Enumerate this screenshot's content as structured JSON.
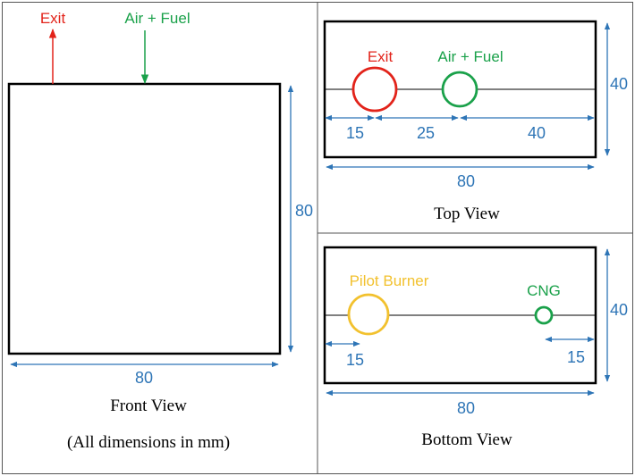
{
  "colors": {
    "exit": "#e2231a",
    "air_fuel": "#1aa14a",
    "dimension": "#2e75b6",
    "pilot": "#f2c12e",
    "cng": "#1aa14a",
    "outline": "#000000"
  },
  "front_view": {
    "exit_label": "Exit",
    "air_fuel_label": "Air + Fuel",
    "height_dim": "80",
    "width_dim": "80",
    "caption": "Front View",
    "note": "(All dimensions in mm)"
  },
  "top_view": {
    "exit_label": "Exit",
    "air_fuel_label": "Air + Fuel",
    "dim_left": "15",
    "dim_middle": "25",
    "dim_right": "40",
    "height_dim": "40",
    "width_dim": "80",
    "caption": "Top View"
  },
  "bottom_view": {
    "pilot_label": "Pilot Burner",
    "cng_label": "CNG",
    "dim_left": "15",
    "dim_right": "15",
    "height_dim": "40",
    "width_dim": "80",
    "caption": "Bottom View"
  }
}
